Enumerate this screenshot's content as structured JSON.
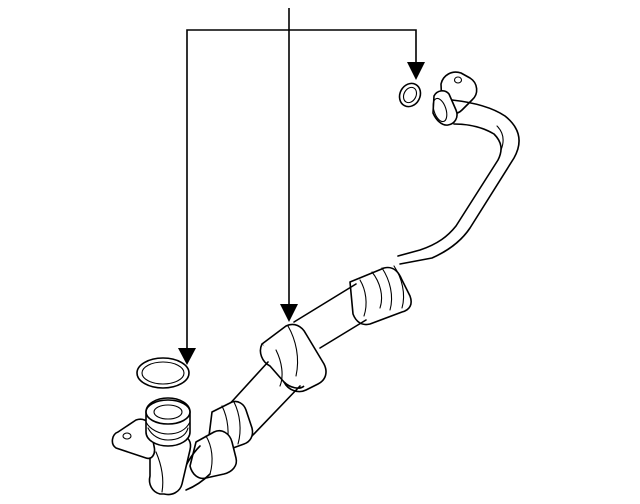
{
  "diagram": {
    "kind": "exploded-parts-illustration",
    "background": "#ffffff",
    "stroke_color": "#000000",
    "parts": [
      {
        "id": "upper-gasket",
        "icon": "o-ring-icon"
      },
      {
        "id": "pipe-assembly",
        "icon": "pipe-icon"
      },
      {
        "id": "lower-gasket",
        "icon": "o-ring-icon"
      }
    ],
    "callouts": [
      {
        "id": "callout-left",
        "target": "lower-gasket"
      },
      {
        "id": "callout-center",
        "target": "pipe-assembly"
      },
      {
        "id": "callout-right",
        "target": "upper-gasket"
      }
    ]
  }
}
